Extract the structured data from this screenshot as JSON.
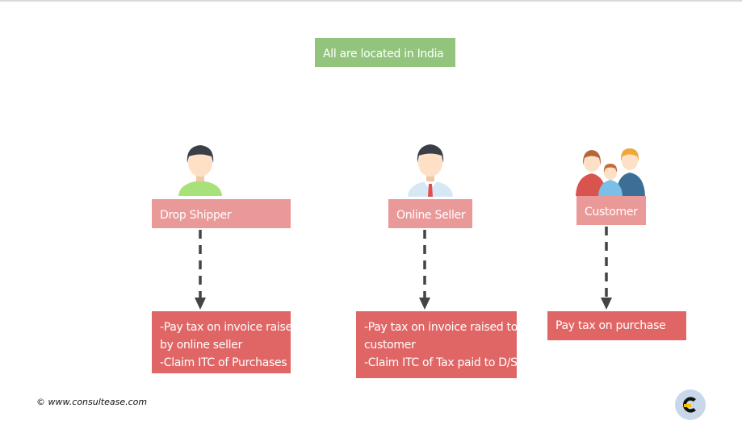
{
  "header": {
    "text": "All are located in India"
  },
  "nodes": [
    {
      "label": "Drop Shipper",
      "actions": [
        "-Pay tax on invoice raise",
        "by online seller",
        "-Claim ITC of Purchases"
      ],
      "icon": "man-green-shirt-icon"
    },
    {
      "label": "Online Seller",
      "actions": [
        "-Pay tax on invoice raised to",
        "customer",
        "-Claim ITC of Tax paid to D/S"
      ],
      "icon": "man-shirt-tie-icon"
    },
    {
      "label": "Customer",
      "actions": [
        "Pay tax on purchase"
      ],
      "icon": "family-icon"
    }
  ],
  "footer": {
    "copyright": "© www.consultease.com"
  },
  "colors": {
    "header_bg": "#92c47d",
    "label_bg": "#ea9999",
    "action_bg": "#e06666",
    "connector": "#444444",
    "logo_bg": "#c9d7ea",
    "logo_yellow": "#f3c300"
  }
}
